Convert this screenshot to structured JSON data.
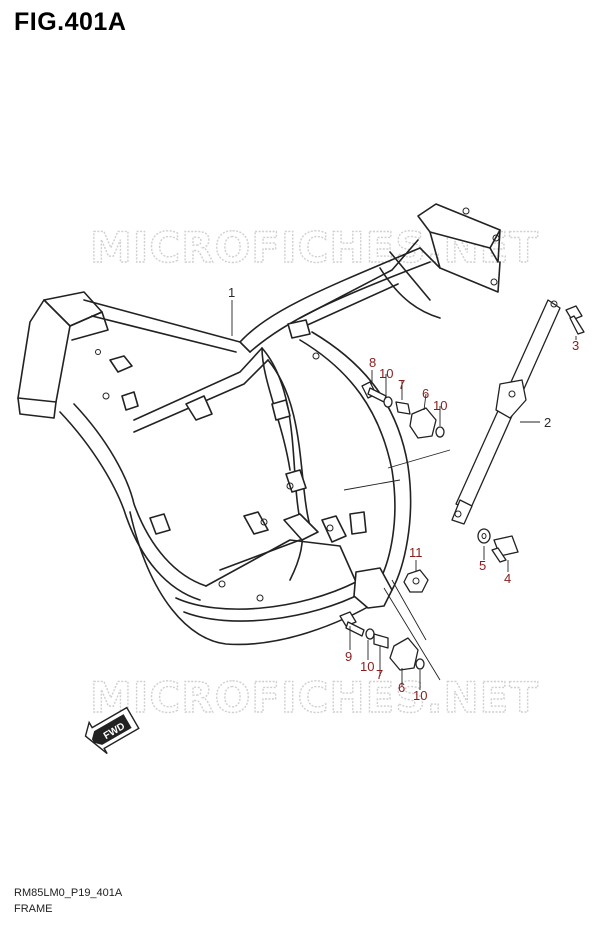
{
  "figure": {
    "title": "FIG.401A",
    "drawing_code": "RM85LM0_P19_401A",
    "caption": "FRAME"
  },
  "watermark": {
    "text": "MICROFICHES.NET"
  },
  "fwd_label": "FWD",
  "callouts": {
    "c1": "1",
    "c2": "2",
    "c3": "3",
    "c4": "4",
    "c5": "5",
    "c6a": "6",
    "c6b": "6",
    "c7a": "7",
    "c7b": "7",
    "c8": "8",
    "c9": "9",
    "c10a": "10",
    "c10b": "10",
    "c10c": "10",
    "c10d": "10",
    "c11": "11"
  },
  "colors": {
    "line": "#222222",
    "callout_grey": "#2a2a2a",
    "callout_red": "#8b1c1c",
    "watermark": "#d0d0d0"
  }
}
